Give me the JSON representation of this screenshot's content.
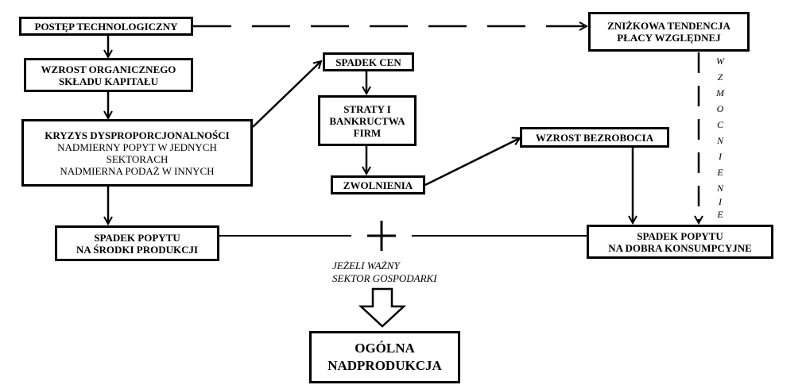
{
  "boxes": {
    "postep": "POSTĘP TECHNOLOGICZNY",
    "wzrost_skladu_1": "WZROST ORGANICZNEGO",
    "wzrost_skladu_2": "SKŁADU KAPITAŁU",
    "kryzys_title": "KRYZYS DYSPROPORCJONALNOŚCI",
    "kryzys_line1": "NADMIERNY POPYT W JEDNYCH",
    "kryzys_line2": "SEKTORACH",
    "kryzys_line3": "NADMIERNA PODAŻ W INNYCH",
    "spadek_popytu_srodki_1": "SPADEK POPYTU",
    "spadek_popytu_srodki_2": "NA ŚRODKI PRODUKCJI",
    "spadek_cen": "SPADEK CEN",
    "straty_1": "STRATY I",
    "straty_2": "BANKRUCTWA",
    "straty_3": "FIRM",
    "zwolnienia": "ZWOLNIENIA",
    "znizkowa_1": "ZNIŻKOWA TENDENCJA",
    "znizkowa_2": "PŁACY WZGLĘDNEJ",
    "wzrost_bezrobocia": "WZROST BEZROBOCIA",
    "spadek_popytu_konsump_1": "SPADEK POPYTU",
    "spadek_popytu_konsump_2": "NA DOBRA KONSUMPCYJNE",
    "ogolna_1": "OGÓLNA",
    "ogolna_2": "NADPRODUKCJA"
  },
  "notes": {
    "condition_1": "JEŻELI WAŻNY",
    "condition_2": "SEKTOR GOSPODARKI"
  },
  "vertical_label": [
    "W",
    "Z",
    "M",
    "O",
    "C",
    "N",
    "I",
    "E",
    "N",
    "I",
    "E"
  ]
}
